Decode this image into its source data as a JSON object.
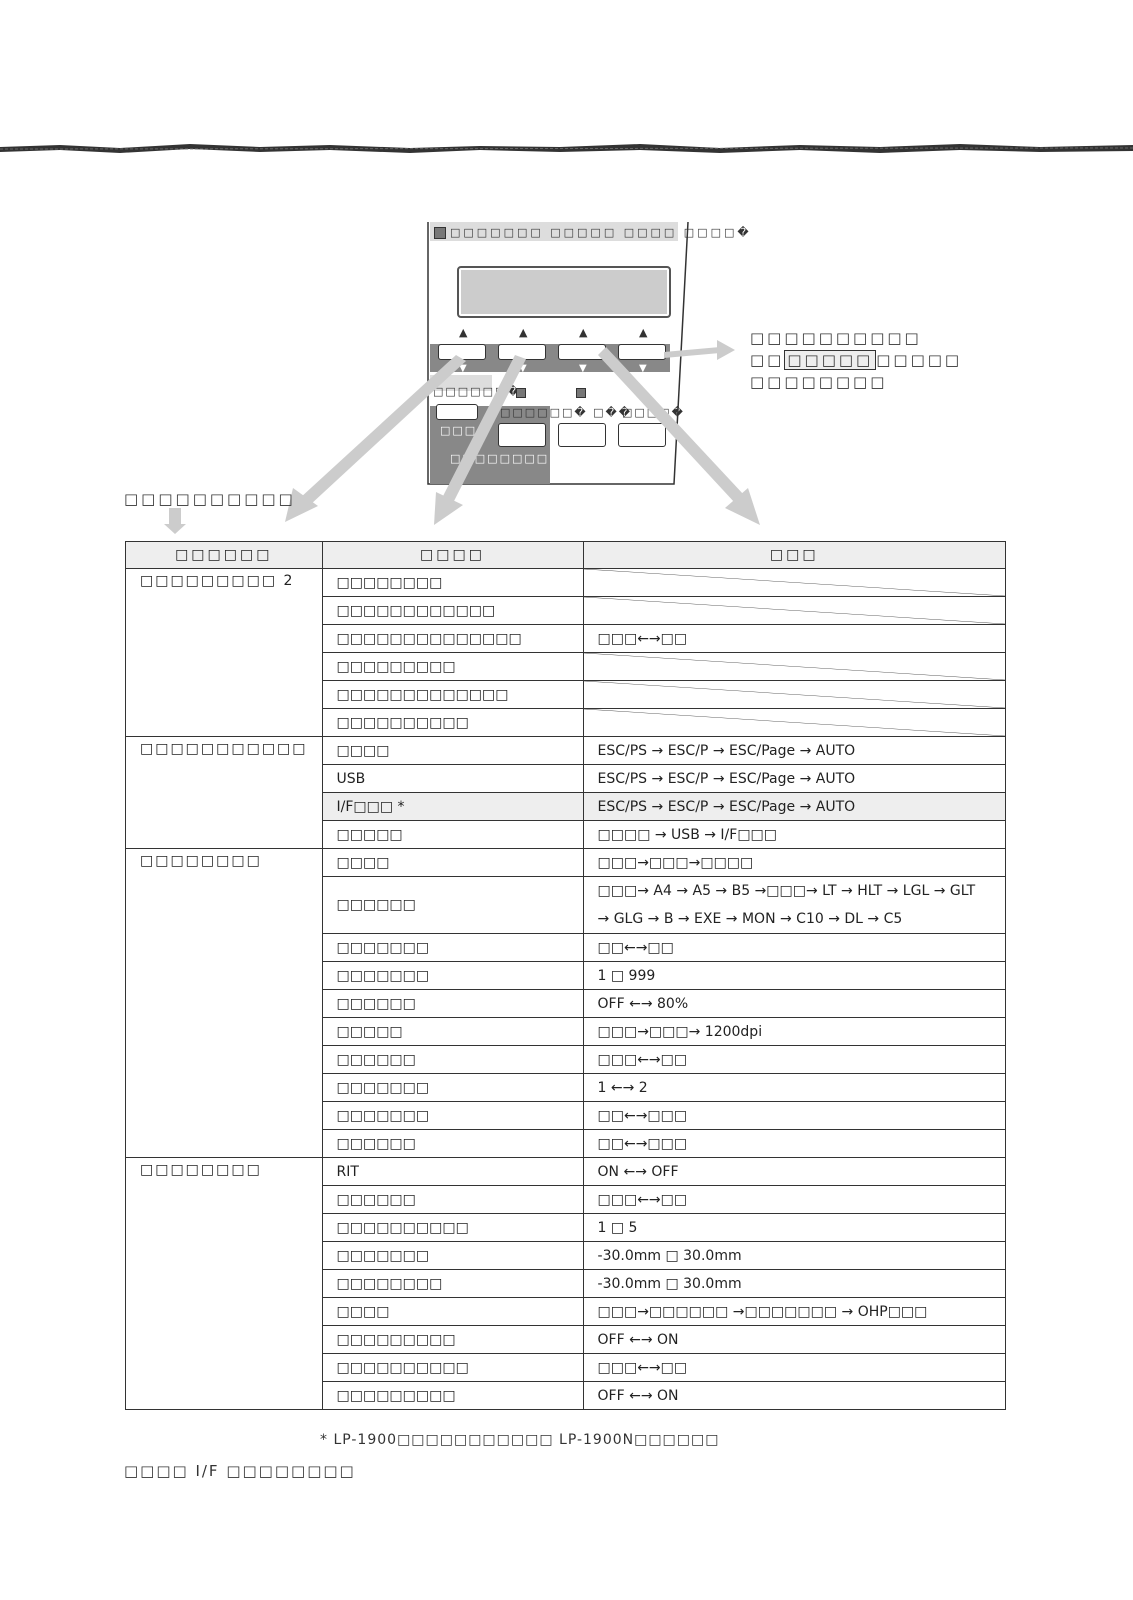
{
  "panel": {
    "top_led_label": "□□□□□□□  □□□□□  □□□□  □□□□�",
    "row_led_labels": [
      "□□□□□□�",
      "□□□□□□� □�� ",
      "□□□□�"
    ],
    "panel_sub_label": "□□□",
    "panel_bottom_label": "□□□□□□□□□□�"
  },
  "callout": {
    "line1": "□□□□□□□□□□",
    "line2_pre": "□□",
    "line2_box": "□□□□□",
    "line2_post": "□□□□□",
    "line3": "□□□□□□□□"
  },
  "labels": {
    "top": "□□□□□□□□□□",
    "bottom": "□□□□ I/F □□□□□□□□",
    "footnote": "*   LP-1900□□□□□□□□□□□ LP-1900N□□□□□□"
  },
  "table": {
    "headers": [
      "□□□□□□",
      "□□□□",
      "□□□"
    ],
    "groups": [
      {
        "name": "□□□□□□□□□ 2",
        "rows": [
          {
            "item": "□□□□□□□□",
            "value": null
          },
          {
            "item": "□□□□□□□□□□□□",
            "value": null
          },
          {
            "item": "□□□□□□□□□□□□□□",
            "value": "□□□←→□□"
          },
          {
            "item": "□□□□□□□□□",
            "value": null
          },
          {
            "item": "□□□□□□□□□□□□□",
            "value": null
          },
          {
            "item": "□□□□□□□□□□",
            "value": null
          }
        ]
      },
      {
        "name": "□□□□□□□□□□□",
        "rows": [
          {
            "item": "□□□□",
            "value": "ESC/PS → ESC/P → ESC/Page → AUTO"
          },
          {
            "item": "USB",
            "value": "ESC/PS → ESC/P → ESC/Page → AUTO"
          },
          {
            "item": "I/F□□□ *",
            "value": "ESC/PS → ESC/P → ESC/Page → AUTO",
            "highlight": true
          },
          {
            "item": "□□□□□",
            "value": "□□□□ → USB → I/F□□□"
          }
        ]
      },
      {
        "name": "□□□□□□□□",
        "rows": [
          {
            "item": "□□□□",
            "value": "□□□→□□□→□□□□"
          },
          {
            "item": "□□□□□□",
            "value": "□□□→ A4 → A5 → B5 →□□□→ LT → HLT → LGL → GLT → GLG → B → EXE → MON → C10 → DL → C5",
            "tall": true
          },
          {
            "item": "□□□□□□□",
            "value": "□□←→□□"
          },
          {
            "item": "□□□□□□□",
            "value": "1 □ 999"
          },
          {
            "item": "□□□□□□",
            "value": "OFF ←→ 80%"
          },
          {
            "item": "□□□□□",
            "value": "□□□→□□□→ 1200dpi"
          },
          {
            "item": "□□□□□□",
            "value": "□□□←→□□"
          },
          {
            "item": "□□□□□□□",
            "value": "1 ←→ 2"
          },
          {
            "item": "□□□□□□□",
            "value": "□□←→□□□"
          },
          {
            "item": "□□□□□□",
            "value": "□□←→□□□"
          }
        ]
      },
      {
        "name": "□□□□□□□□",
        "rows": [
          {
            "item": "RIT",
            "value": "ON ←→ OFF"
          },
          {
            "item": "□□□□□□",
            "value": "□□□←→□□"
          },
          {
            "item": "□□□□□□□□□□",
            "value": "1 □ 5"
          },
          {
            "item": "□□□□□□□",
            "value": "-30.0mm □ 30.0mm"
          },
          {
            "item": "□□□□□□□□",
            "value": "-30.0mm □ 30.0mm"
          },
          {
            "item": "□□□□",
            "value": "□□□→□□□□□□ →□□□□□□□ → OHP□□□"
          },
          {
            "item": "□□□□□□□□□",
            "value": "OFF ←→ ON"
          },
          {
            "item": "□□□□□□□□□□",
            "value": "□□□←→□□"
          },
          {
            "item": "□□□□□□□□□",
            "value": "OFF ←→ ON"
          }
        ]
      }
    ]
  }
}
